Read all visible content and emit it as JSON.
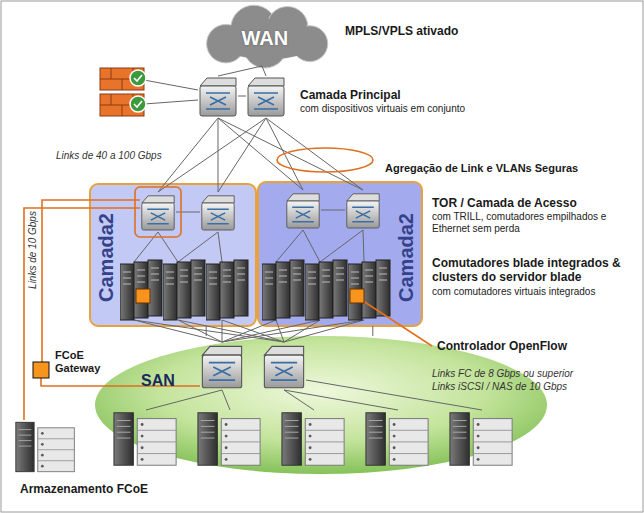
{
  "diagram": {
    "nodes": [
      {
        "text": [
          "WAN"
        ]
      },
      {
        "text": [
          "Camada2"
        ]
      },
      {
        "text": [
          "Camada2"
        ]
      },
      {
        "text": [
          "SAN"
        ]
      }
    ],
    "edges": [
      {
        "from": 1,
        "to": 3,
        "arrow": "none"
      },
      {
        "from": 2,
        "to": 3,
        "arrow": "none"
      }
    ],
    "labels": [
      "MPLS/VPLS ativado",
      "Camada Principal",
      "com dispositivos virtuais em conjunto",
      "Links de 40 a 100 Gbps",
      "Agregação de Link e VLANs Seguras",
      "TOR / Camada de Acesso",
      "com TRILL, comutadores empilhados e Ethernet sem perda",
      "Comutadores blade integrados & clusters do servidor blade",
      "com comutadores virtuais integrados",
      "Links de 10 Gbps",
      "FCoE Gateway",
      "Controlador OpenFlow",
      "Links FC de 8 Gbps ou superior",
      "Links iSCSI / NAS de 10 Gbps",
      "Armazenamento FCoE"
    ]
  }
}
